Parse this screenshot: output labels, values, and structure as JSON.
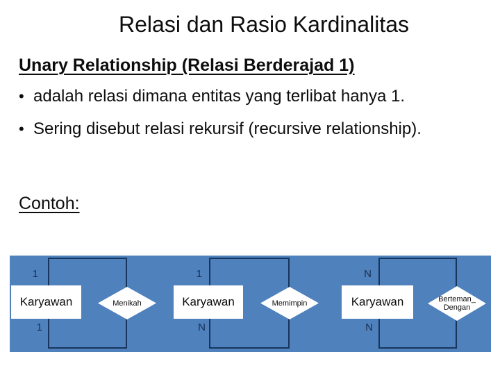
{
  "slide": {
    "title": "Relasi dan Rasio Kardinalitas",
    "heading": "Unary Relationship (Relasi Berderajad 1)",
    "bullets": [
      "adalah relasi dimana entitas yang terlibat hanya 1.",
      "Sering disebut relasi rekursif (recursive relationship)."
    ],
    "example_label": "Contoh:"
  },
  "diagram": {
    "type": "er-unary-relationships",
    "colors": {
      "panel_background": "#4f81bd",
      "loop_line": "#17365d",
      "entity_background": "#ffffff",
      "text": "#000000"
    },
    "groups": [
      {
        "entity": "Karyawan",
        "relation": "Menikah",
        "relation_line2": "",
        "cardinality_top": "1",
        "cardinality_bottom": "1"
      },
      {
        "entity": "Karyawan",
        "relation": "Memimpin",
        "relation_line2": "",
        "cardinality_top": "1",
        "cardinality_bottom": "N"
      },
      {
        "entity": "Karyawan",
        "relation": "Berteman_",
        "relation_line2": "Dengan",
        "cardinality_top": "N",
        "cardinality_bottom": "N"
      }
    ]
  }
}
